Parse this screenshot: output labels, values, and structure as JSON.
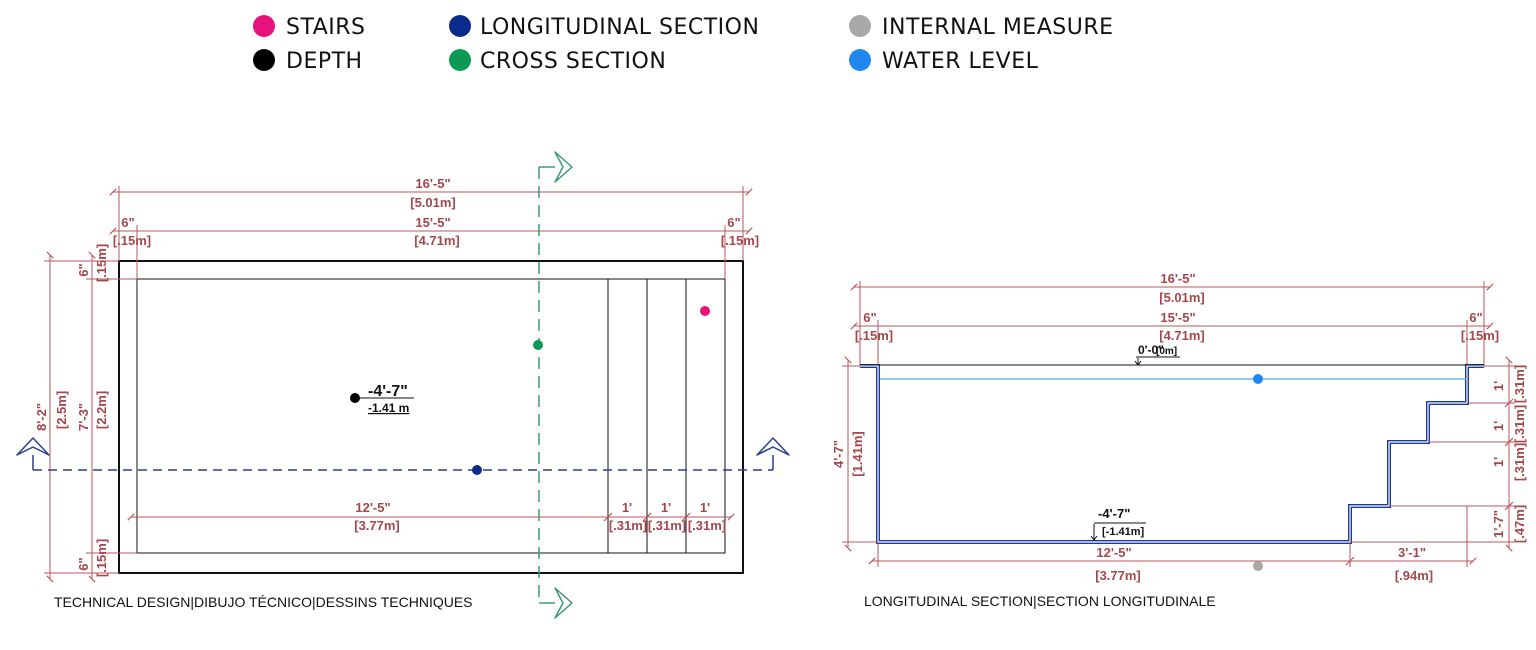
{
  "legend": {
    "stairs": "STAIRS",
    "depth": "DEPTH",
    "longitudinal": "LONGITUDINAL SECTION",
    "cross": "CROSS SECTION",
    "internal": "INTERNAL MEASURE",
    "water": "WATER LEVEL"
  },
  "colors": {
    "stairs": "#e8127c",
    "depth": "#000000",
    "longitudinal": "#0a2a8c",
    "cross": "#0a9a55",
    "internal": "#a8a8a8",
    "water": "#1e88f0",
    "dimension": "#a4474d"
  },
  "plan": {
    "caption": "TECHNICAL DESIGN|DIBUJO TÉCNICO|DESSINS TECHNIQUES",
    "overall_length": "16'-5\"",
    "overall_length_m": "[5.01m]",
    "inner_length": "15'-5\"",
    "inner_length_m": "[4.71m]",
    "wall_left": "6\"",
    "wall_left_m": "[.15m]",
    "wall_right": "6\"",
    "wall_right_m": "[.15m]",
    "overall_width": "8'-2\"",
    "overall_width_m": "[2.5m]",
    "inner_width": "7'-3\"",
    "inner_width_m": "[2.2m]",
    "wall_top": "6\"",
    "wall_top_m": "[.15m]",
    "wall_bottom": "6\"",
    "wall_bottom_m": "[.15m]",
    "depth": "-4'-7\"",
    "depth_m": "-1.41 m",
    "floor_length": "12'-5\"",
    "floor_length_m": "[3.77m]",
    "step1": "1'",
    "step1_m": "[.31m]",
    "step2": "1'",
    "step2_m": "[.31m]",
    "step3": "1'",
    "step3_m": "[.31m]"
  },
  "section": {
    "caption": "LONGITUDINAL SECTION|SECTION LONGITUDINALE",
    "overall_length": "16'-5\"",
    "overall_length_m": "[5.01m]",
    "inner_length": "15'-5\"",
    "inner_length_m": "[4.71m]",
    "wall_left": "6\"",
    "wall_left_m": "[.15m]",
    "wall_right": "6\"",
    "wall_right_m": "[.15m]",
    "water_level": "0'-0\"",
    "water_level_m": "[0m]",
    "depth": "-4'-7\"",
    "depth_m": "[-1.41m]",
    "depth_side": "4'-7\"",
    "depth_side_m": "[1.41m]",
    "floor_length": "12'-5\"",
    "floor_length_m": "[3.77m]",
    "stair_run": "3'-1\"",
    "stair_run_m": "[.94m]",
    "rise1": "1'",
    "rise1_m": "[.31m]",
    "rise2": "1'",
    "rise2_m": "[.31m]",
    "rise3": "1'-7\"",
    "rise3_m": "[.47m]"
  }
}
